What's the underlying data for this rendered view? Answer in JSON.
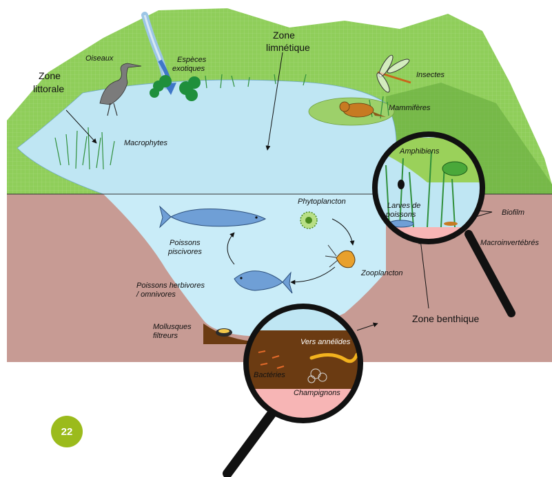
{
  "page_number": "22",
  "zones": {
    "littorale": [
      "Zone",
      "littorale"
    ],
    "limnetique": [
      "Zone",
      "limnétique"
    ],
    "benthique": "Zone benthique"
  },
  "labels": {
    "oiseaux": "Oiseaux",
    "especes_exotiques": [
      "Espèces",
      "exotiques"
    ],
    "insectes": "Insectes",
    "mammiferes": "Mammifères",
    "macrophytes": "Macrophytes",
    "amphibiens": "Amphibiens",
    "larves": [
      "Larves de",
      "poissons"
    ],
    "biofilm": "Biofilm",
    "macroinvertebres": "Macroinvertébrés",
    "phytoplancton": "Phytoplancton",
    "zooplancton": "Zooplancton",
    "poissons_piscivores": [
      "Poissons",
      "piscivores"
    ],
    "poissons_herbivores": [
      "Poissons herbivores",
      "/ omnivores"
    ],
    "mollusques": [
      "Mollusques",
      "filtreurs"
    ],
    "vers": "Vers annélides",
    "bacteries": "Bactéries",
    "champignons": "Champignons"
  },
  "colors": {
    "grass": "#8fce5a",
    "grass_dark": "#62a83a",
    "water": "#bfe6f3",
    "soil": "#c79b94",
    "sediment": "#6b3b12",
    "pink": "#f7b5b5",
    "badge": "#9bbb1c"
  }
}
